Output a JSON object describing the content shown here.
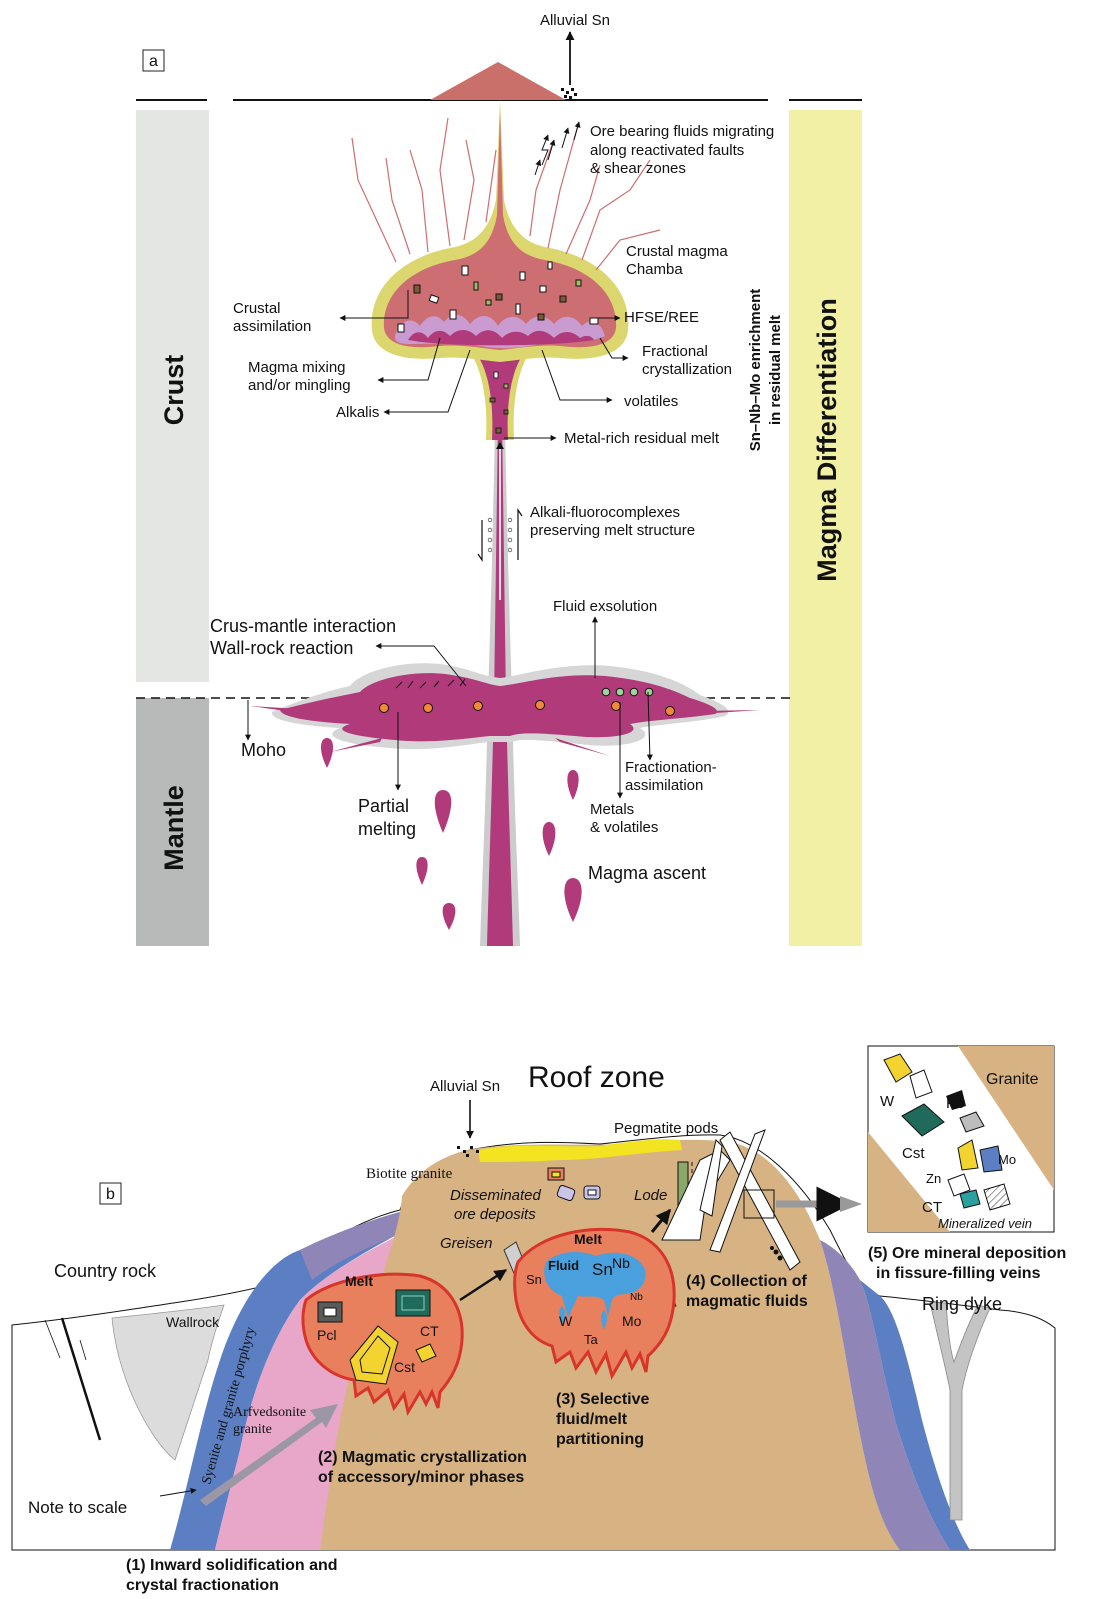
{
  "panel_a": {
    "panel_label": "a",
    "top_label": "Alluvial Sn",
    "ore_fluids": [
      "Ore bearing fluids migrating",
      "along reactivated faults",
      "& shear zones"
    ],
    "chamber": [
      "Crustal magma",
      "Chamba"
    ],
    "crustal_assimilation": [
      "Crustal",
      "assimilation"
    ],
    "hfse": "HFSE/REE",
    "magma_mixing": [
      "Magma mixing",
      "and/or mingling"
    ],
    "fractional": [
      "Fractional",
      "crystallization"
    ],
    "alkalis": "Alkalis",
    "volatiles": "volatiles",
    "metal_rich": "Metal-rich residual melt",
    "enrichment": [
      "Sn–Nb–Mo enrichment",
      "in residual melt"
    ],
    "alkali_fluoro": [
      "Alkali-fluorocomplexes",
      "preserving melt structure"
    ],
    "fluid_exsolution": "Fluid exsolution",
    "crus_mantle": [
      "Crus-mantle interaction",
      "Wall-rock reaction"
    ],
    "moho": "Moho",
    "partial_melting": [
      "Partial",
      "melting"
    ],
    "fractionation": [
      "Fractionation-",
      "assimilation"
    ],
    "metals_volatiles": [
      "Metals",
      "& volatiles"
    ],
    "magma_ascent": "Magma ascent",
    "crust_bar": "Crust",
    "mantle_bar": "Mantle",
    "differentiation_bar": "Magma Differentiation"
  },
  "panel_b": {
    "panel_label": "b",
    "roof_zone": "Roof zone",
    "alluvial": "Alluvial Sn",
    "pegmatite": "Pegmatite pods",
    "biotite": "Biotite granite",
    "disseminated": [
      "Disseminated",
      "ore deposits"
    ],
    "lode": "Lode",
    "greisen": "Greisen",
    "country_rock": "Country rock",
    "wallrock": "Wallrock",
    "syenite": "Syenite and granite porphyry",
    "arfvedsonite": [
      "Arfvedsonite",
      "granite"
    ],
    "note": "Note to scale",
    "ring_dyke": "Ring dyke",
    "melt1": {
      "title": "Melt",
      "pcl": "Pcl",
      "ct": "CT",
      "cst": "Cst"
    },
    "melt2": {
      "title": "Melt",
      "fluid": "Fluid",
      "sn_big": "Sn",
      "nb": "Nb",
      "sn": "Sn",
      "w": "W",
      "ta": "Ta",
      "nb_small": "Nb",
      "mo": "Mo"
    },
    "step1": [
      "(1) Inward solidification and",
      "crystal fractionation"
    ],
    "step2": [
      "(2) Magmatic crystallization",
      "of accessory/minor phases"
    ],
    "step3": [
      "(3) Selective",
      "fluid/melt",
      "partitioning"
    ],
    "step4": [
      "(4) Collection of",
      "magmatic fluids"
    ],
    "step5": [
      "(5) Ore mineral deposition",
      "in fissure-filling veins"
    ],
    "inset": {
      "granite": "Granite",
      "w": "W",
      "pb": "Pb",
      "cst": "Cst",
      "zn": "Zn",
      "mo": "Mo",
      "ct": "CT",
      "vein": "Mineralized vein"
    }
  },
  "colors": {
    "magma": "#b03a7a",
    "halo": "#cccccc",
    "chamber": "#cc6e72",
    "chamber_rim": "#dcd66e",
    "volcano": "#c9706b",
    "crust_bar": "#e3e6e3",
    "mantle_bar": "#b8b9b9",
    "diff_bar": "#f1f0a5",
    "granite": "#d7b384",
    "melt": "#e8805e",
    "melt_drip": "#d8352a",
    "fluid": "#4aa0dc",
    "porphyry": "#5b7fc2",
    "arfvedsonite": "#e8a7c8",
    "purple": "#8f86b7",
    "yellow": "#f2e421"
  }
}
